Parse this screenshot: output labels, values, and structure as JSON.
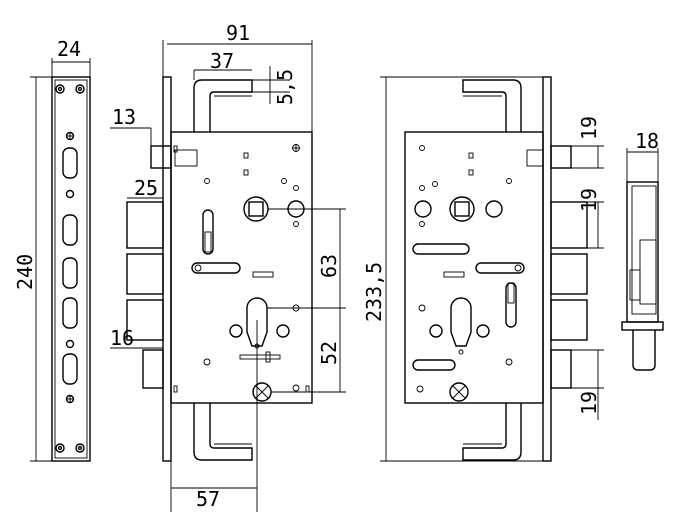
{
  "dimensions": {
    "faceplate_width": "24",
    "faceplate_height": "240",
    "body_width": "91",
    "hook_width": "37",
    "hook_gap": "5,5",
    "spindle_offset": "13",
    "bolt_25": "25",
    "spindle_to_cyl": "63",
    "cyl_to_bottom": "52",
    "bolt_16": "16",
    "backset": "57",
    "body_height": "233,5",
    "latch_19_a": "19",
    "bolt_19_b": "19",
    "bolt_19_c": "19",
    "profile_18": "18"
  }
}
